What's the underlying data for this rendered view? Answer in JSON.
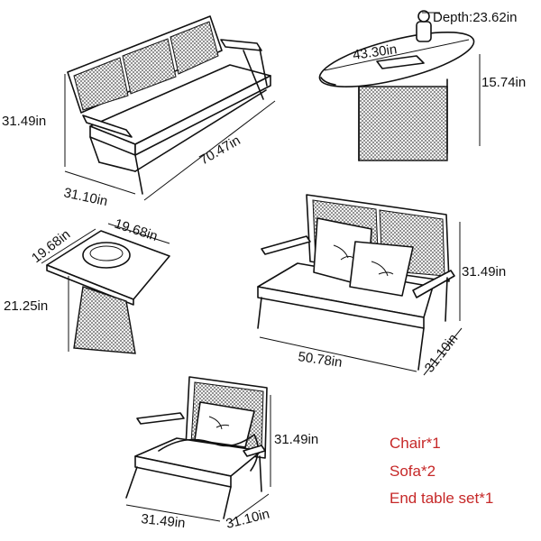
{
  "dimensions": {
    "sofa3": {
      "height": "31.49in",
      "depth": "31.10in",
      "width": "70.47in"
    },
    "coffee_table": {
      "depth": "Depth:23.62in",
      "width": "43.30in",
      "height": "15.74in"
    },
    "end_table": {
      "width_a": "19.68in",
      "width_b": "19.68in",
      "height": "21.25in"
    },
    "loveseat": {
      "height": "31.49in",
      "width": "50.78in",
      "depth": "31.10in"
    },
    "armchair": {
      "height": "31.49in",
      "width": "31.49in",
      "depth": "31.10in"
    }
  },
  "legend": {
    "chair": "Chair*1",
    "sofa": "Sofa*2",
    "end_table_set": "End table set*1"
  },
  "colors": {
    "legend_text": "#c62828",
    "line": "#111111"
  }
}
